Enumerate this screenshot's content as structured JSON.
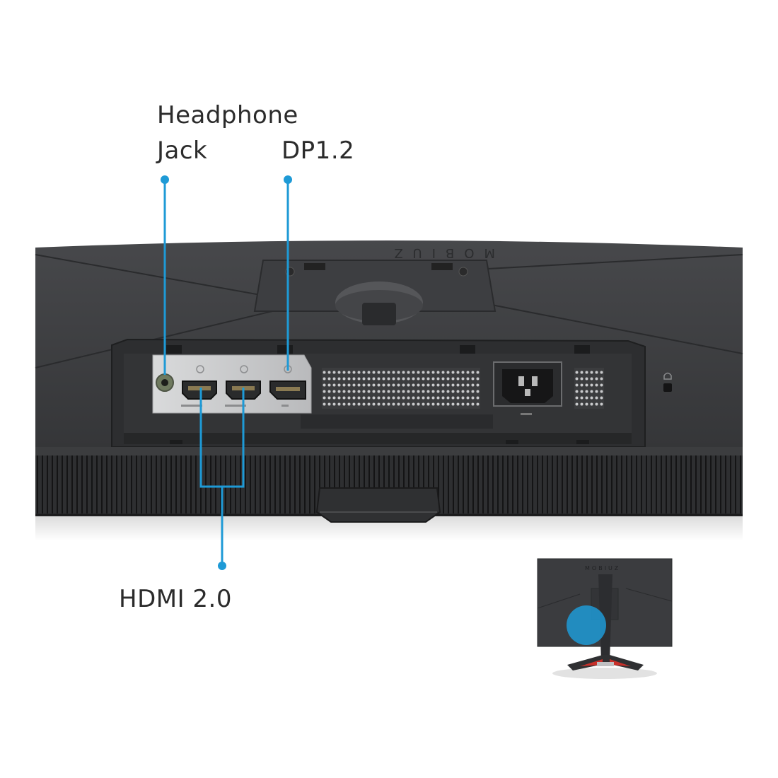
{
  "callouts": {
    "headphone_line1": "Headphone",
    "headphone_line2": "Jack",
    "dp": "DP1.2",
    "hdmi": "HDMI 2.0"
  },
  "monitor": {
    "brand_text": "MOBIUZ"
  },
  "colors": {
    "callout": "#1e9ad6",
    "body_dark": "#3a3b3d",
    "port_panel": "#c8c9cb",
    "accent_red": "#c8302a"
  },
  "icons": [
    "headphone-jack-icon",
    "hdmi-port-icon",
    "displayport-icon",
    "power-socket-icon",
    "kensington-lock-icon"
  ]
}
